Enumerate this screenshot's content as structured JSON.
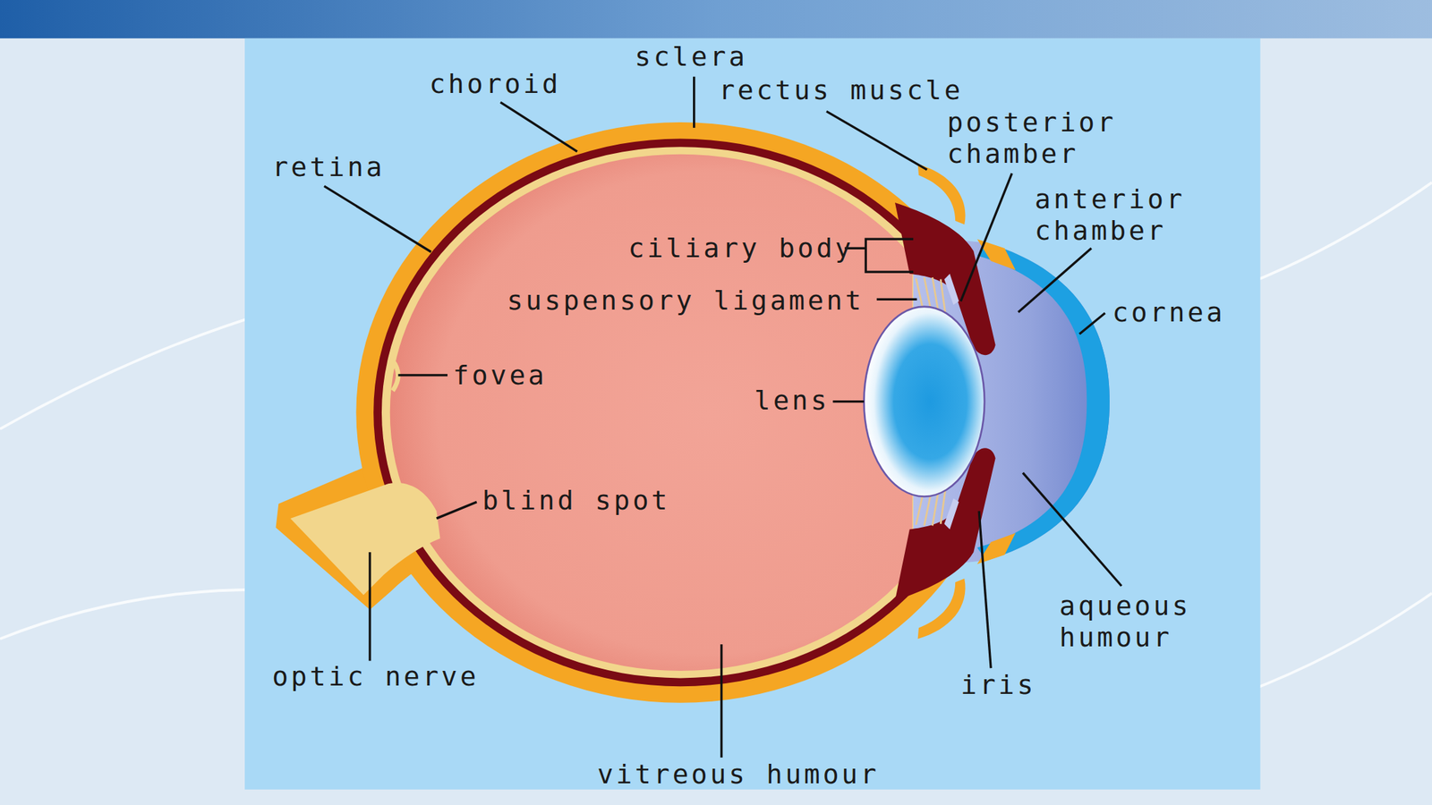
{
  "diagram": {
    "labels": [
      "sclera",
      "choroid",
      "rectus muscle",
      "posterior chamber",
      "retina",
      "anterior chamber",
      "ciliary body",
      "suspensory ligament",
      "cornea",
      "fovea",
      "lens",
      "blind spot",
      "aqueous humour",
      "optic nerve",
      "iris",
      "vitreous humour"
    ]
  }
}
